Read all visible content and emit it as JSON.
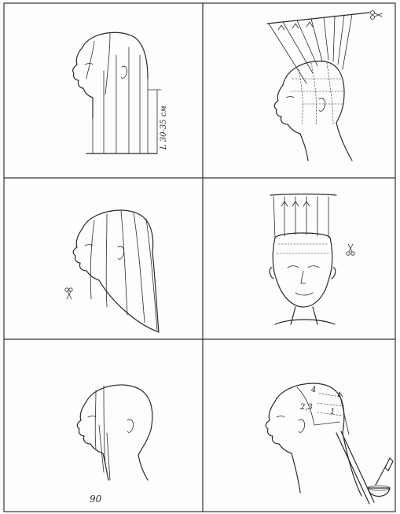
{
  "grid": {
    "rows": 3,
    "cols": 2
  },
  "panels": [
    {
      "id": "p1",
      "view": "profile",
      "annotation": "L 30-35 см"
    },
    {
      "id": "p2",
      "view": "profile-elevated"
    },
    {
      "id": "p3",
      "view": "profile-long"
    },
    {
      "id": "p4",
      "view": "front-elevated"
    },
    {
      "id": "p5",
      "view": "profile-short",
      "annotation": "90"
    },
    {
      "id": "p6",
      "view": "profile-sections",
      "annotation_a": "2,3",
      "annotation_b": "1",
      "annotation_c": "4"
    }
  ],
  "colors": {
    "ink": "#2a2a2a",
    "frame": "#333333",
    "paper": "#fdfdfb"
  },
  "icons": [
    "scissors-icon",
    "brush-icon",
    "bowl-icon",
    "comb-icon"
  ]
}
